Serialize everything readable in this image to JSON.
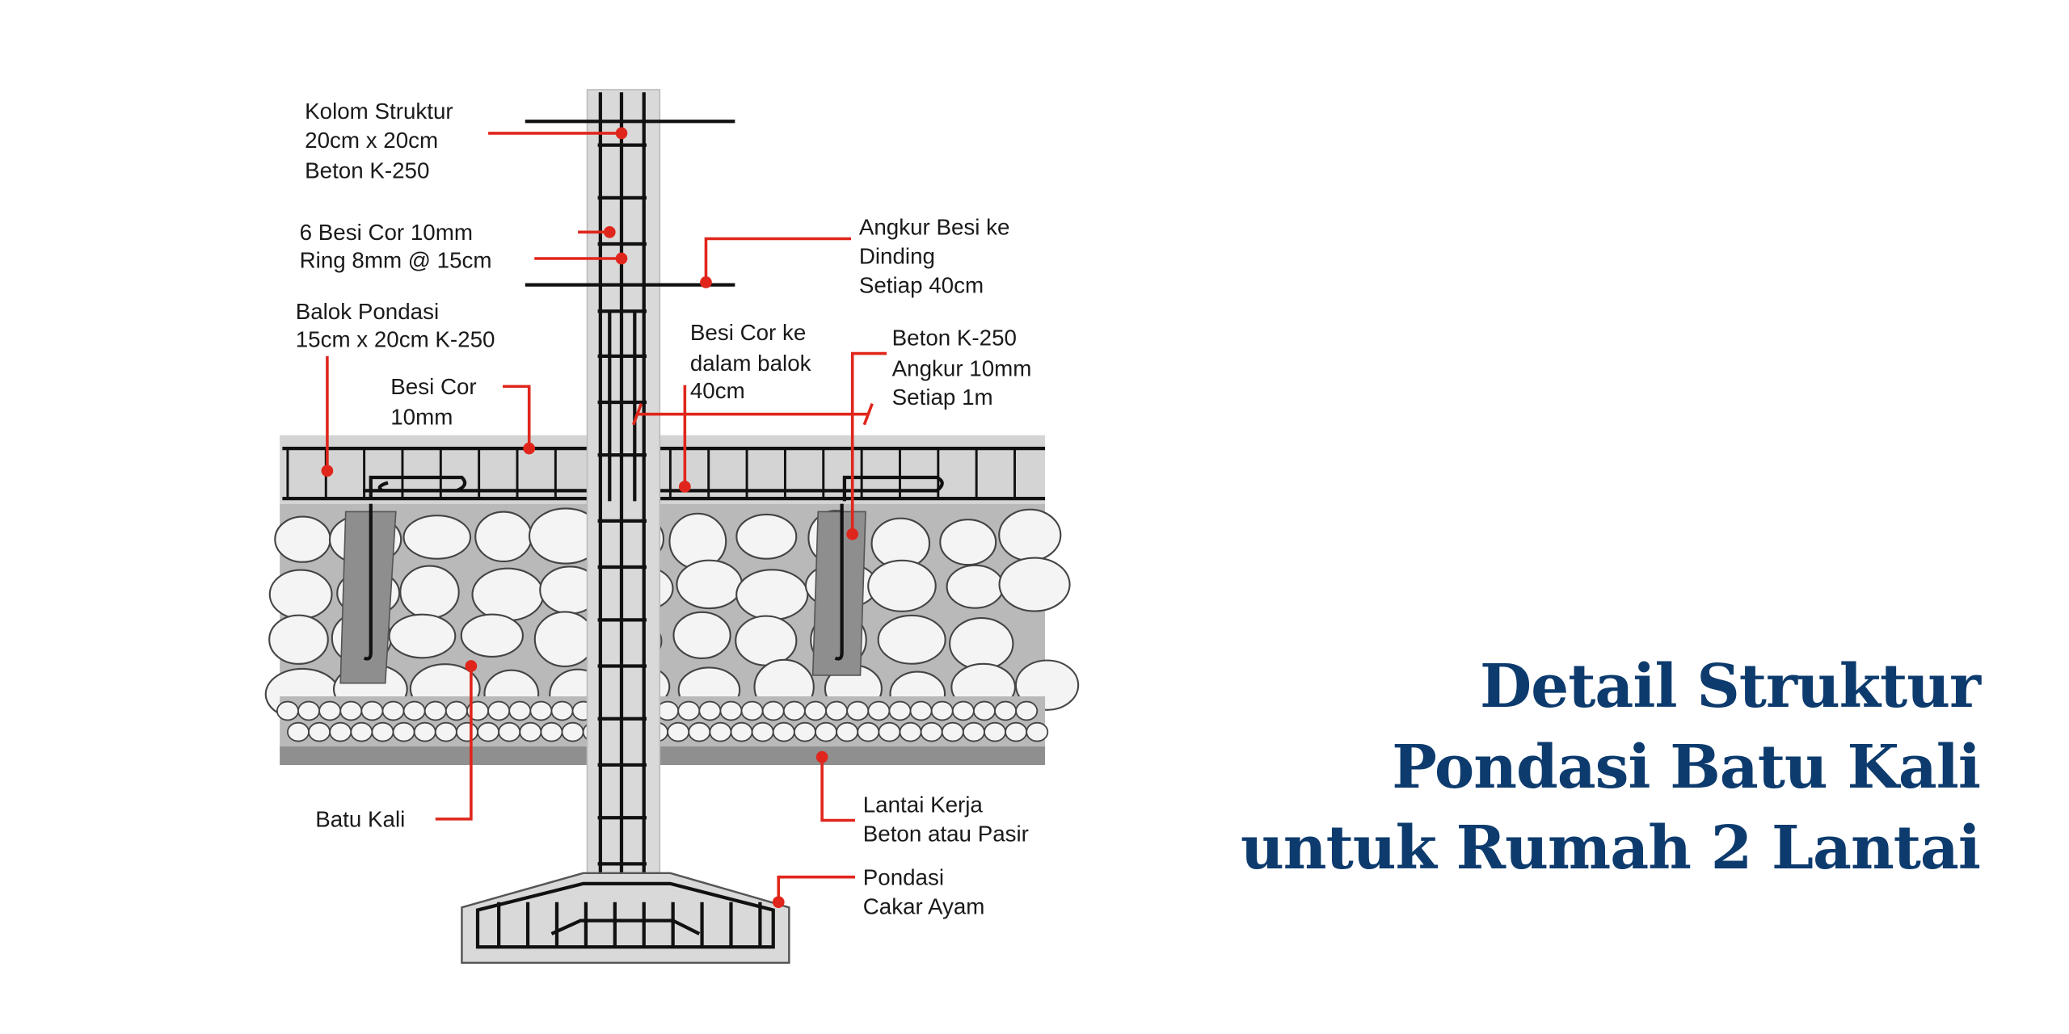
{
  "title": {
    "line1": "Detail Struktur",
    "line2": "Pondasi Batu Kali",
    "line3": "untuk Rumah 2 Lantai",
    "color": "#0d3b6e"
  },
  "labels": {
    "kolom": [
      "Kolom Struktur",
      "20cm x 20cm",
      "Beton K-250"
    ],
    "besi_ring": [
      "6 Besi Cor 10mm",
      "Ring 8mm @ 15cm"
    ],
    "angkur_dinding": [
      "Angkur Besi ke",
      "Dinding",
      "Setiap 40cm"
    ],
    "balok": [
      "Balok Pondasi",
      "15cm x 20cm K-250"
    ],
    "besi_cor": [
      "Besi Cor",
      "10mm"
    ],
    "besi_cor_balok": [
      "Besi Cor ke",
      "dalam balok",
      "40cm"
    ],
    "angkur_beton": [
      "Beton K-250",
      "Angkur 10mm",
      "Setiap 1m"
    ],
    "batu_kali": [
      "Batu Kali"
    ],
    "lantai_kerja": [
      "Lantai Kerja",
      "Beton atau Pasir"
    ],
    "cakar_ayam": [
      "Pondasi",
      "Cakar Ayam"
    ]
  },
  "colors": {
    "leader": "#e0261c",
    "concrete": "#d4d4d4",
    "stone_bed": "#b9b9b9"
  }
}
